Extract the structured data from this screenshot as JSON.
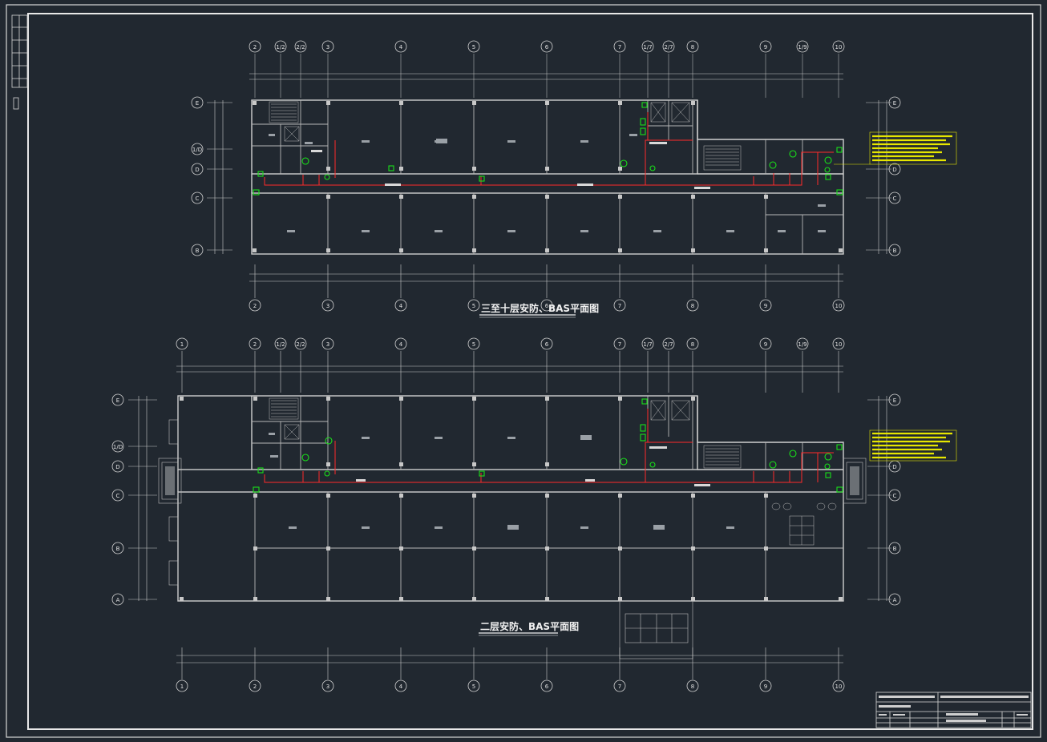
{
  "drawing": {
    "plan_upper_title": "三至十层安防、BAS平面图",
    "plan_lower_title": "二层安防、BAS平面图"
  },
  "grid": {
    "upper_columns": [
      "2",
      "1/2",
      "2/2",
      "3",
      "4",
      "5",
      "6",
      "7",
      "1/7",
      "2/7",
      "8",
      "9",
      "1/9",
      "10"
    ],
    "upper_bottom_columns": [
      "2",
      "3",
      "4",
      "5",
      "6",
      "7",
      "8",
      "9",
      "10"
    ],
    "lower_columns": [
      "1",
      "2",
      "1/2",
      "2/2",
      "3",
      "4",
      "5",
      "6",
      "7",
      "1/7",
      "2/7",
      "8",
      "9",
      "1/9",
      "10"
    ],
    "lower_bottom_columns": [
      "1",
      "2",
      "3",
      "4",
      "5",
      "6",
      "7",
      "8",
      "9",
      "10"
    ],
    "upper_rows_left": [
      "E",
      "1/D",
      "D",
      "C",
      "B"
    ],
    "upper_rows_right": [
      "E",
      "D",
      "C",
      "B"
    ],
    "lower_rows_left": [
      "E",
      "1/D",
      "D",
      "C",
      "B",
      "A"
    ],
    "lower_rows_right": [
      "E",
      "D",
      "C",
      "B",
      "A"
    ]
  },
  "colors": {
    "background": "#212830",
    "linework": "#c8c8c8",
    "cable": "#ff2a2a",
    "device": "#19e019",
    "legend": "#e6e600",
    "cyan": "#22d3ee"
  }
}
